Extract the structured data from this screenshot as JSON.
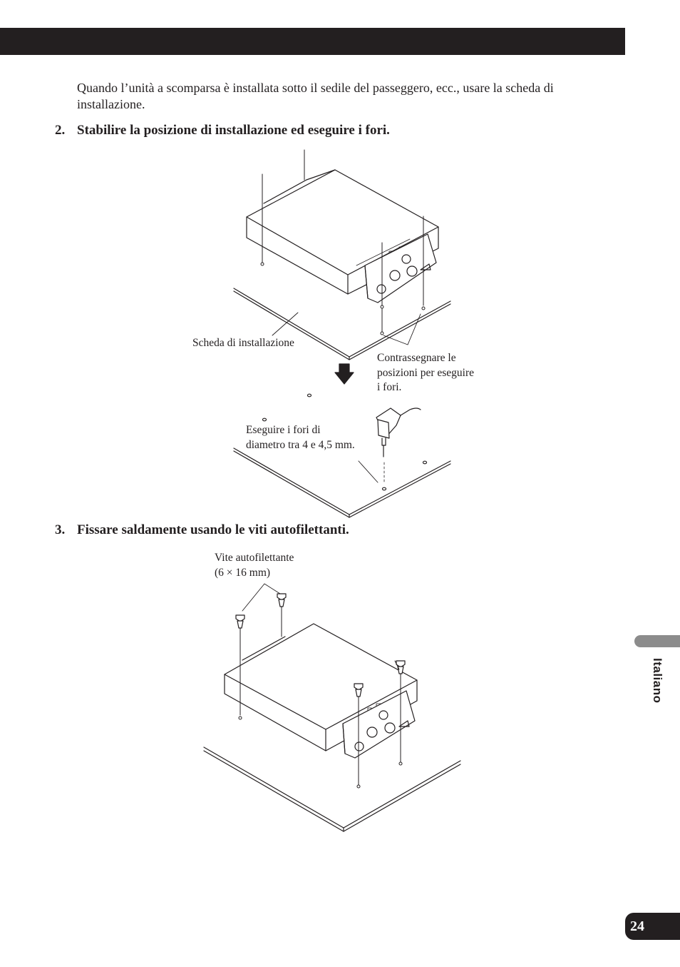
{
  "page": {
    "intro_text": "Quando l’unità a scomparsa è installata sotto il sedile del passeggero, ecc., usare la scheda di installazione.",
    "language_tab": "Italiano",
    "page_number": "24"
  },
  "steps": [
    {
      "number": "2.",
      "text": "Stabilire la posizione di installazione ed eseguire i fori."
    },
    {
      "number": "3.",
      "text": "Fissare saldamente usando le viti autofilettanti."
    }
  ],
  "figure1": {
    "label_board": "Scheda di installazione",
    "label_mark": [
      "Contrassegnare le",
      "posizioni per eseguire",
      "i fori."
    ],
    "label_drill": [
      "Eseguire i fori di",
      "diametro tra 4 e 4,5 mm."
    ]
  },
  "figure2": {
    "label_screw": [
      "Vite autofilettante",
      "(6 × 16 mm)"
    ]
  }
}
